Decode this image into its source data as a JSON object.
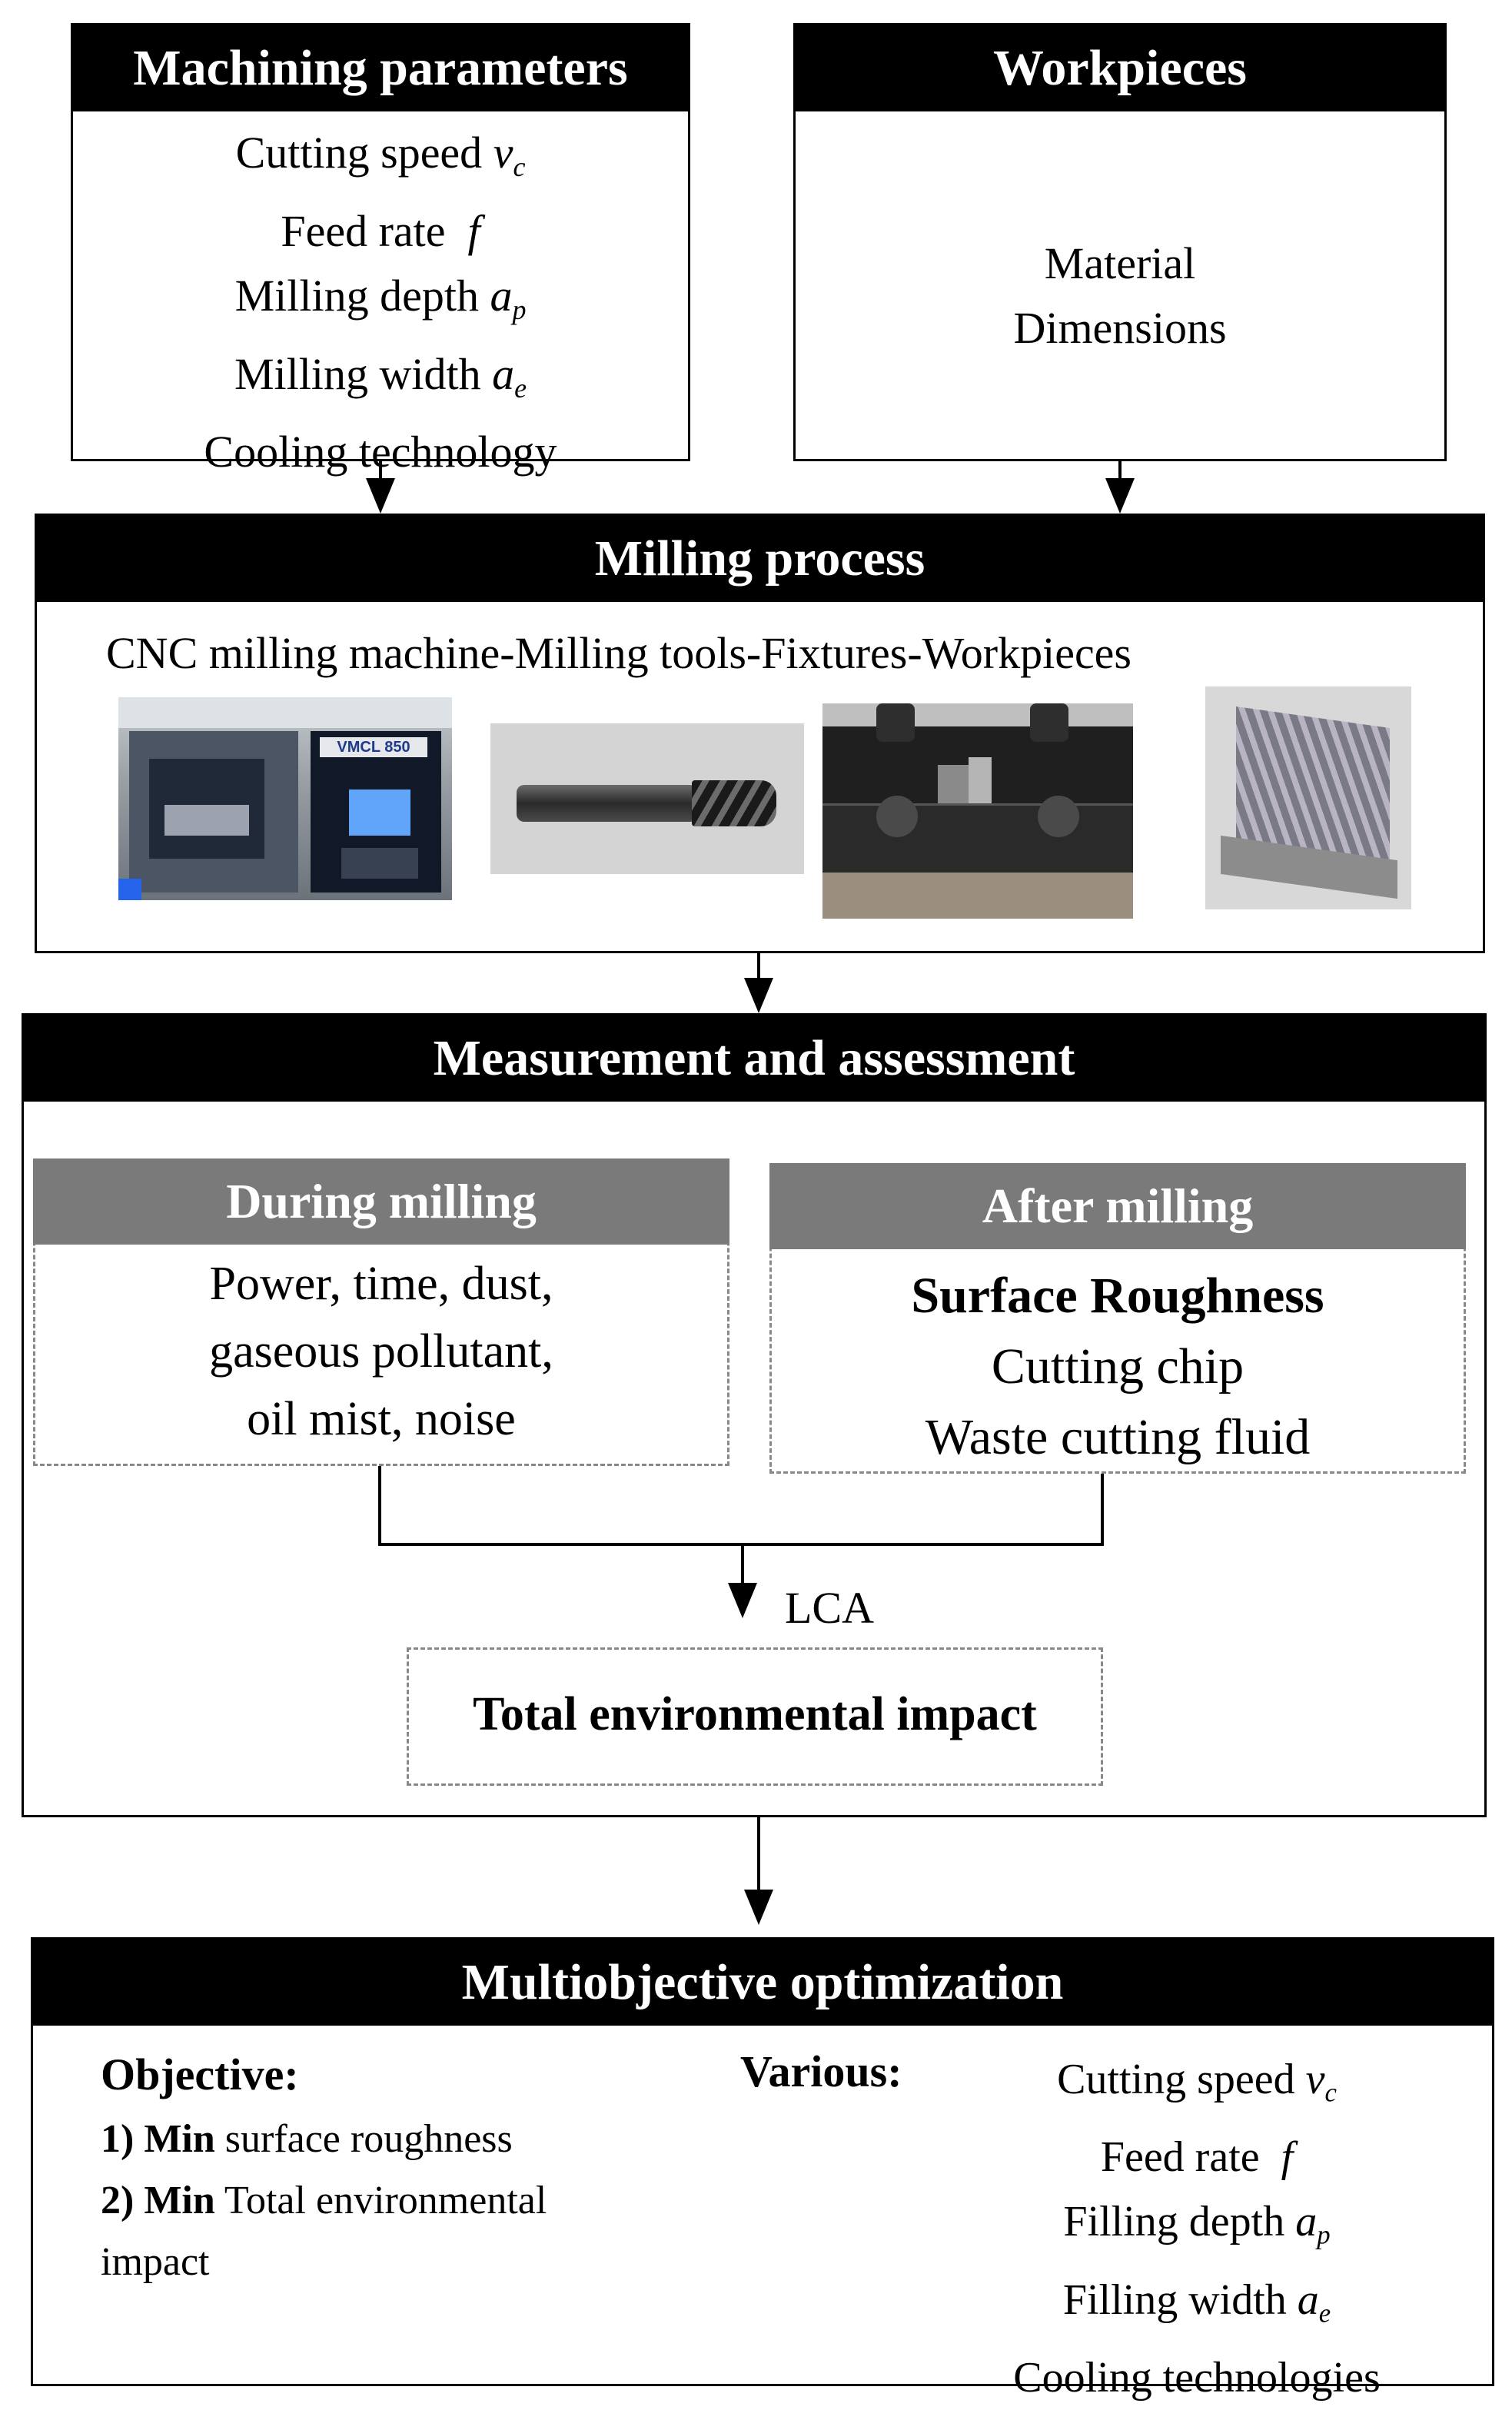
{
  "machining": {
    "title": "Machining parameters",
    "items": [
      {
        "label": "Cutting speed",
        "sym": "v",
        "sub": "c"
      },
      {
        "label": "Feed rate",
        "sym": "f",
        "sub": ""
      },
      {
        "label": "Milling depth",
        "sym": "a",
        "sub": "p"
      },
      {
        "label": "Milling width",
        "sym": "a",
        "sub": "e"
      },
      {
        "label": "Cooling technology",
        "sym": "",
        "sub": ""
      }
    ]
  },
  "workpieces": {
    "title": "Workpieces",
    "items": [
      "Material",
      "Dimensions"
    ]
  },
  "milling": {
    "title": "Milling process",
    "subtitle": "CNC milling machine-Milling tools-Fixtures-Workpieces",
    "machine_badge": "VMCL 850"
  },
  "measurement": {
    "title": "Measurement and assessment",
    "during": {
      "title": "During milling",
      "lines": [
        "Power, time, dust,",
        "gaseous pollutant,",
        "oil mist, noise"
      ]
    },
    "after": {
      "title": "After milling",
      "lines": [
        "Surface Roughness",
        "Cutting chip",
        "Waste cutting fluid"
      ]
    },
    "lca": "LCA",
    "total": "Total environmental impact"
  },
  "optimization": {
    "title": "Multiobjective optimization",
    "objective_label": "Objective:",
    "objectives": [
      {
        "num": "1)",
        "bold": "Min",
        "rest": "surface roughness"
      },
      {
        "num": "2)",
        "bold": "Min",
        "rest": "Total environmental"
      }
    ],
    "objective_wrap": "impact",
    "various_label": "Various:",
    "variables": [
      {
        "label": "Cutting speed",
        "sym": "v",
        "sub": "c"
      },
      {
        "label": "Feed rate",
        "sym": "f",
        "sub": ""
      },
      {
        "label": "Filling depth",
        "sym": "a",
        "sub": "p"
      },
      {
        "label": "Filling width",
        "sym": "a",
        "sub": "e"
      },
      {
        "label": "Cooling technologies",
        "sym": "",
        "sub": ""
      }
    ]
  },
  "colors": {
    "header_bg": "#000000",
    "subheader_bg": "#7a7a7a",
    "dashed_border": "#888888"
  }
}
